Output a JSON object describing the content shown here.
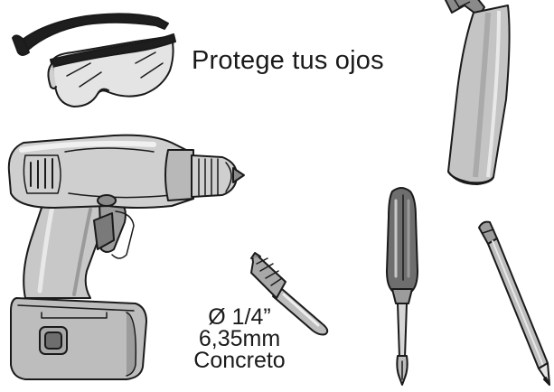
{
  "captions": {
    "eye_protection": "Protege tus ojos",
    "bit_diameter": "Ø 1/4”",
    "bit_metric": "6,35mm",
    "bit_material": "Concreto"
  },
  "illustrations": [
    "safety-glasses-icon",
    "hammer-icon",
    "cordless-drill-icon",
    "drill-bit-icon",
    "screwdriver-icon",
    "pencil-icon"
  ],
  "colors": {
    "outline": "#1a1a1a",
    "body_gray": "#c8c8c8",
    "dark_gray": "#6e6e6e",
    "light_gray": "#e6e6e6"
  }
}
